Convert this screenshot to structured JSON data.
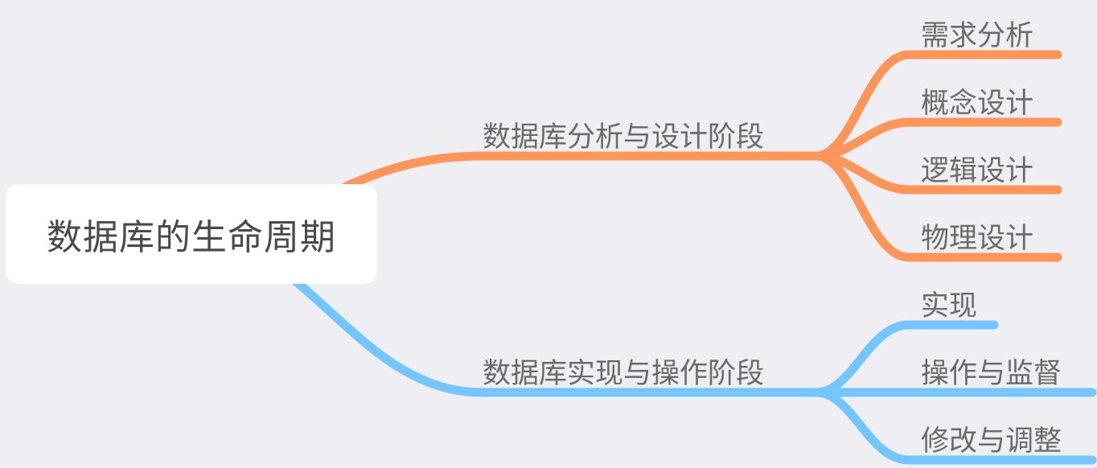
{
  "root": {
    "label": "数据库的生命周期"
  },
  "colors": {
    "background": "#eeeef3",
    "branch1": "#ff9659",
    "branch2": "#73c6ff",
    "text": "#6b6b6b",
    "root_text": "#4a4a4a"
  },
  "branches": [
    {
      "label": "数据库分析与设计阶段",
      "color": "#ff9659",
      "children": [
        {
          "label": "需求分析"
        },
        {
          "label": "概念设计"
        },
        {
          "label": "逻辑设计"
        },
        {
          "label": "物理设计"
        }
      ]
    },
    {
      "label": "数据库实现与操作阶段",
      "color": "#73c6ff",
      "children": [
        {
          "label": "实现"
        },
        {
          "label": "操作与监督"
        },
        {
          "label": "修改与调整"
        }
      ]
    }
  ]
}
